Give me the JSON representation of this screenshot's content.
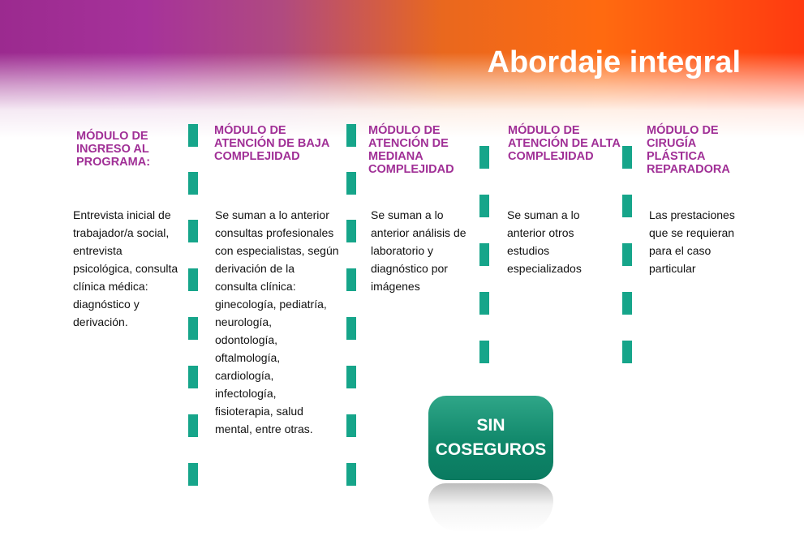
{
  "title": "Abordaje integral",
  "columns": [
    {
      "heading": [
        "MóDULO DE",
        "INGRESO AL",
        "PROGRAMA:"
      ],
      "body": [
        "Entrevista inicial de",
        "trabajador/a social,",
        "entrevista",
        "psicológica, consulta",
        "clínica médica:",
        "diagnóstico y",
        "derivación."
      ]
    },
    {
      "heading": [
        "MóDULO DE",
        "ATENCIóN DE BAJA",
        "COMPLEJIDAD"
      ],
      "body": [
        "Se suman a lo anterior",
        "consultas profesionales",
        "con especialistas, según",
        "derivación de la",
        "consulta clínica:",
        "ginecología, pediatría,",
        "neurología,",
        "odontología,",
        "oftalmología,",
        "cardiología,",
        "infectología,",
        "fisioterapia, salud",
        "mental, entre otras."
      ]
    },
    {
      "heading": [
        "MóDULO DE",
        "ATENCIóN DE",
        "MEDIANA",
        "COMPLEJIDAD"
      ],
      "body": [
        "Se suman a lo",
        "anterior análisis de",
        "laboratorio y",
        "diagnóstico por",
        "imágenes"
      ]
    },
    {
      "heading": [
        "MóDULO DE",
        "ATENCIóN DE ALTA",
        "COMPLEJIDAD"
      ],
      "body": [
        "Se suman a lo",
        "anterior otros",
        "estudios",
        "especializados"
      ]
    },
    {
      "heading": [
        "MóDULO DE",
        "CIRUGÍA",
        "PLÁSTICA",
        "REPARADORA"
      ],
      "body": [
        "Las prestaciones",
        "que se requieran",
        "para el caso",
        "particular"
      ]
    }
  ],
  "badge": [
    "SIN",
    "COSEGUROS"
  ],
  "colors": {
    "heading": "#a02f96",
    "divider": "#16a58a",
    "badge": "#0e8568"
  }
}
